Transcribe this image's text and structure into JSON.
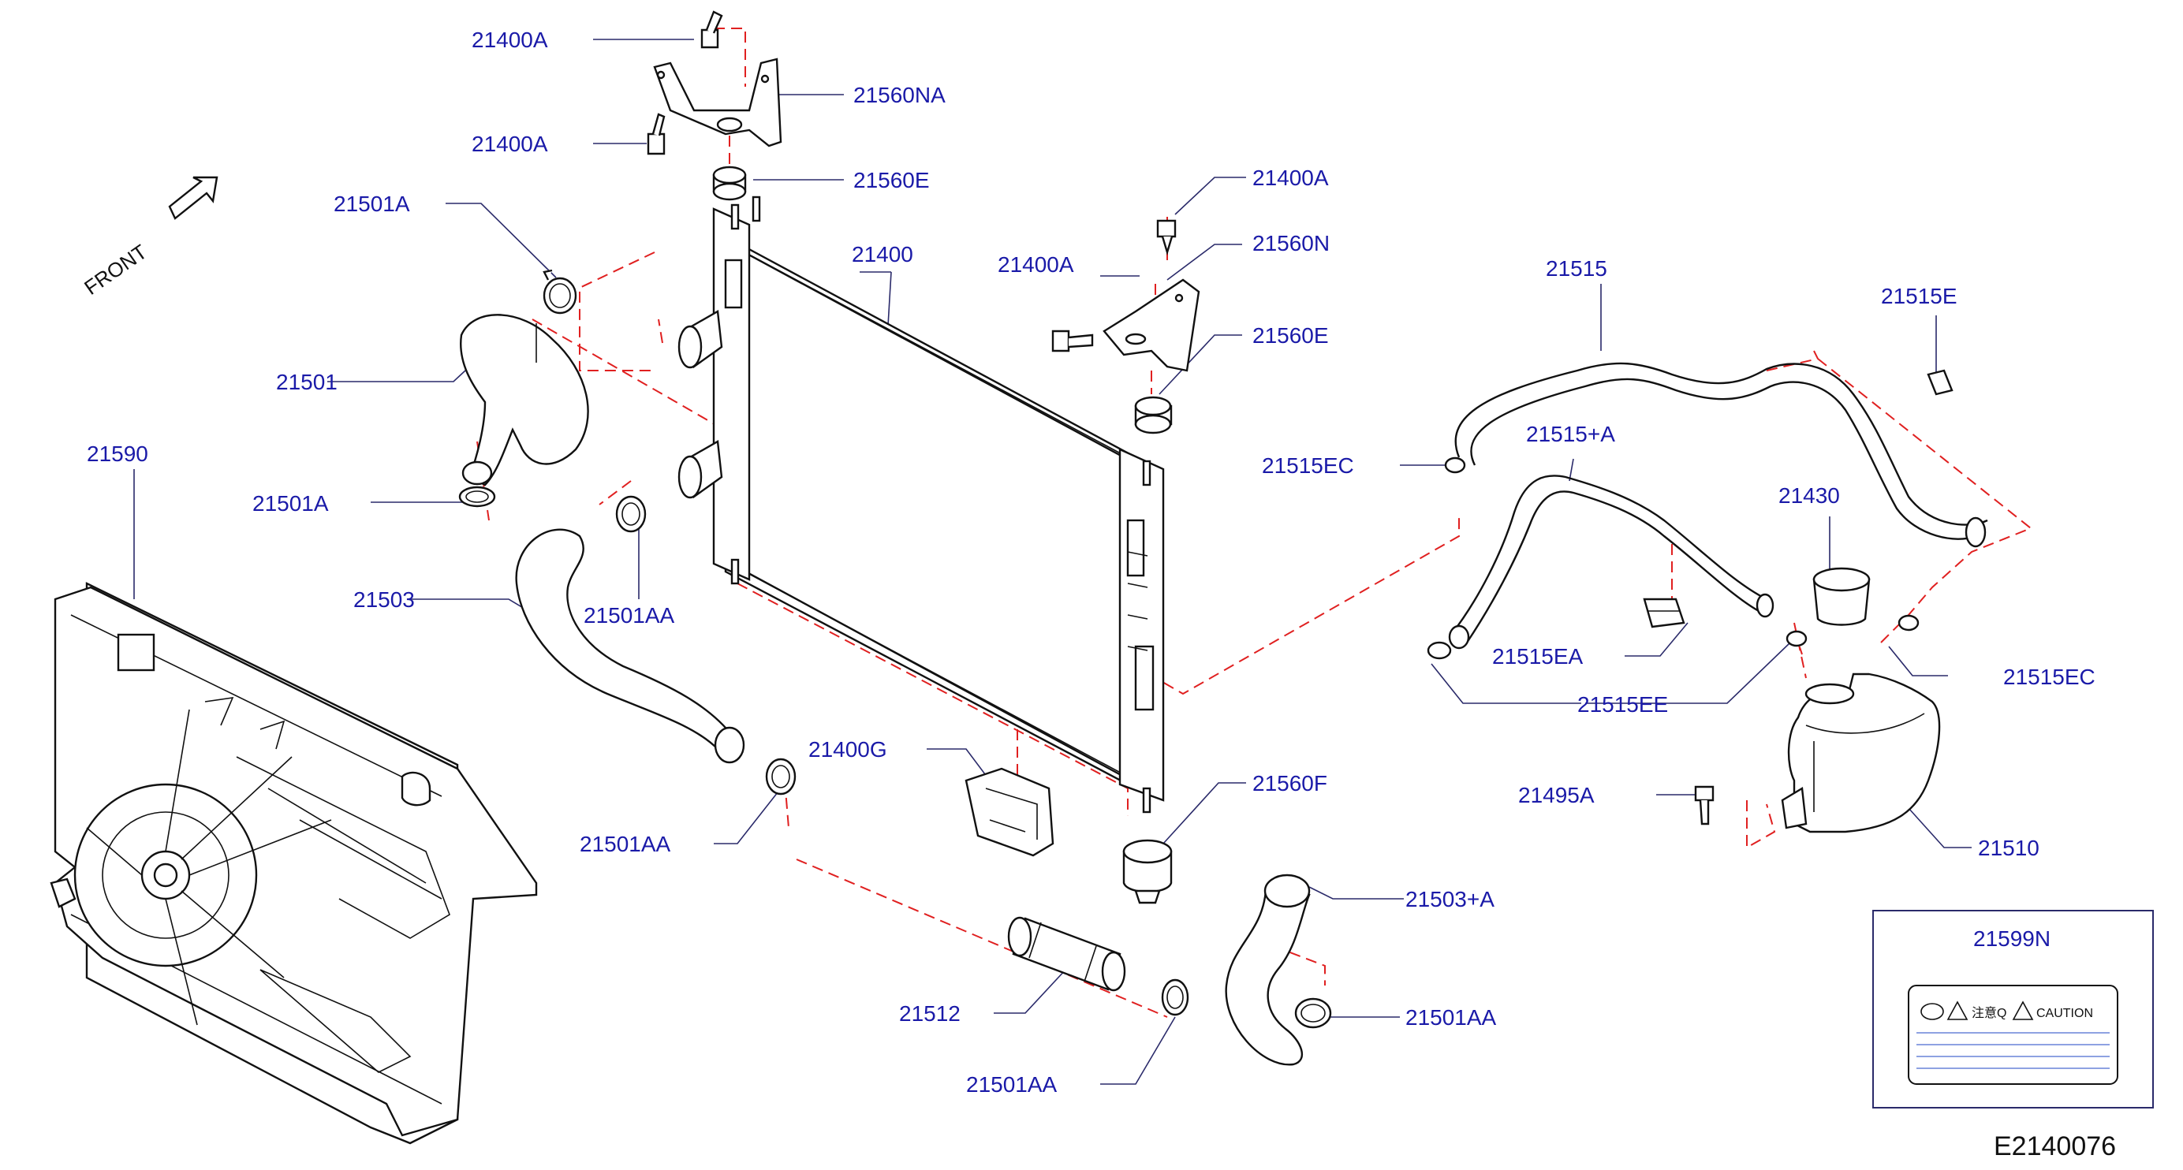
{
  "diagram": {
    "front_label": "FRONT",
    "drawing_number": "E2140076",
    "labels": {
      "p21400A_1": "21400A",
      "p21560NA": "21560NA",
      "p21400A_2": "21400A",
      "p21560E_1": "21560E",
      "p21501A_1": "21501A",
      "p21400": "21400",
      "p21400A_3": "21400A",
      "p21400A_4": "21400A",
      "p21560N": "21560N",
      "p21560E_2": "21560E",
      "p21515": "21515",
      "p21515E": "21515E",
      "p21501": "21501",
      "p21590": "21590",
      "p21501A_2": "21501A",
      "p21515EC_1": "21515EC",
      "p21515plusA": "21515+A",
      "p21430": "21430",
      "p21503": "21503",
      "p21501AA_1": "21501AA",
      "p21515EA": "21515EA",
      "p21515EC_2": "21515EC",
      "p21515EE": "21515EE",
      "p21400G": "21400G",
      "p21560F": "21560F",
      "p21495A": "21495A",
      "p21510": "21510",
      "p21501AA_2": "21501AA",
      "p21503plusA": "21503+A",
      "p21599N": "21599N",
      "p21512": "21512",
      "p21501AA_3": "21501AA",
      "p21501AA_4": "21501AA"
    },
    "caution_label": {
      "chinese_text": "注意Q",
      "caution_text": "CAUTION"
    },
    "colors": {
      "label_text": "#1a1aa8",
      "dashed_leader": "#e02020",
      "line_art": "#111111"
    }
  }
}
